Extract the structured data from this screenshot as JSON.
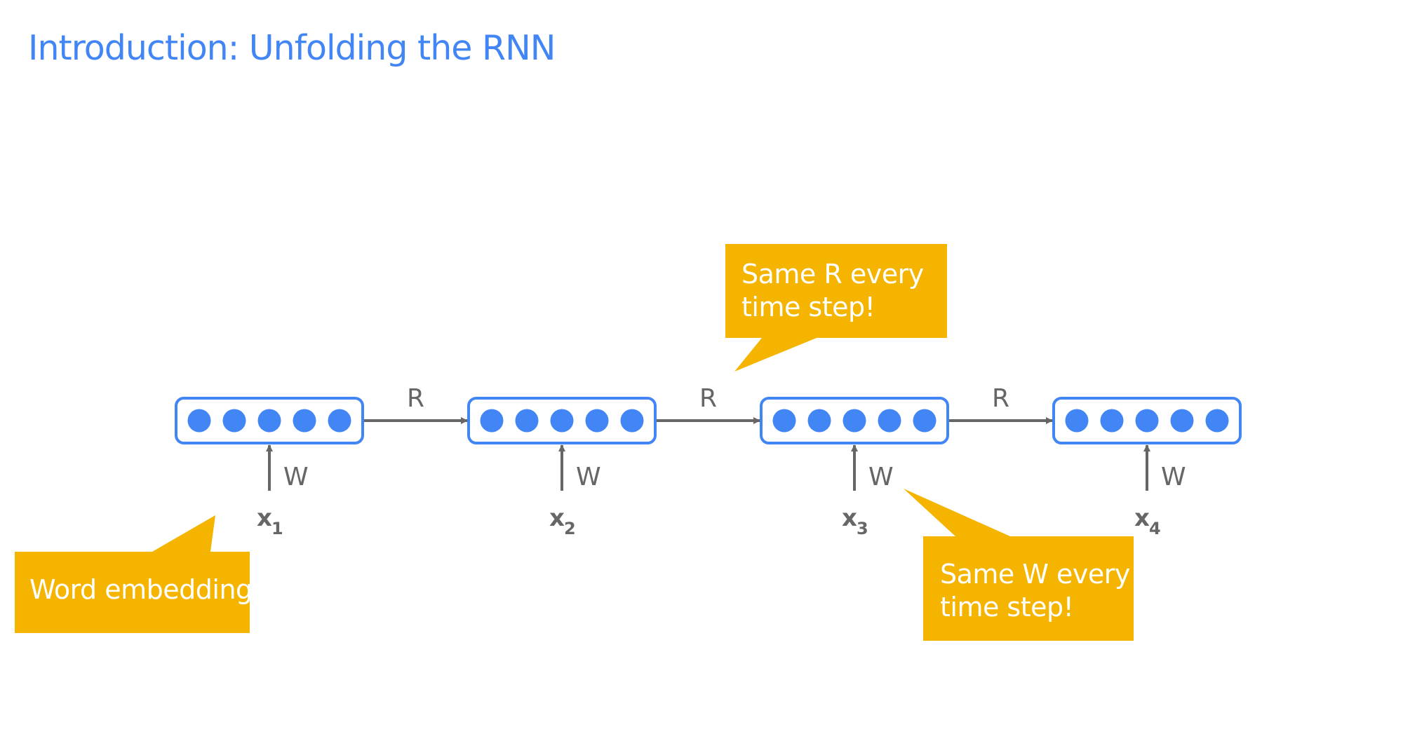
{
  "slide": {
    "title": "Introduction: Unfolding the RNN"
  },
  "colors": {
    "accent": "#4285f4",
    "callout": "#f4b400",
    "arrow": "#666666",
    "callout_text": "#ffffff"
  },
  "timesteps": [
    {
      "input_label": "x",
      "subscript": "1",
      "input_weight_label": "W",
      "units": 5
    },
    {
      "input_label": "x",
      "subscript": "2",
      "input_weight_label": "W",
      "units": 5
    },
    {
      "input_label": "x",
      "subscript": "3",
      "input_weight_label": "W",
      "units": 5
    },
    {
      "input_label": "x",
      "subscript": "4",
      "input_weight_label": "W",
      "units": 5
    }
  ],
  "recurrent_labels": [
    "R",
    "R",
    "R"
  ],
  "callouts": {
    "word_embedding": {
      "lines": [
        "Word embedding"
      ]
    },
    "same_r": {
      "lines": [
        "Same R every",
        "time step!"
      ]
    },
    "same_w": {
      "lines": [
        "Same W every",
        "time step!"
      ]
    }
  }
}
